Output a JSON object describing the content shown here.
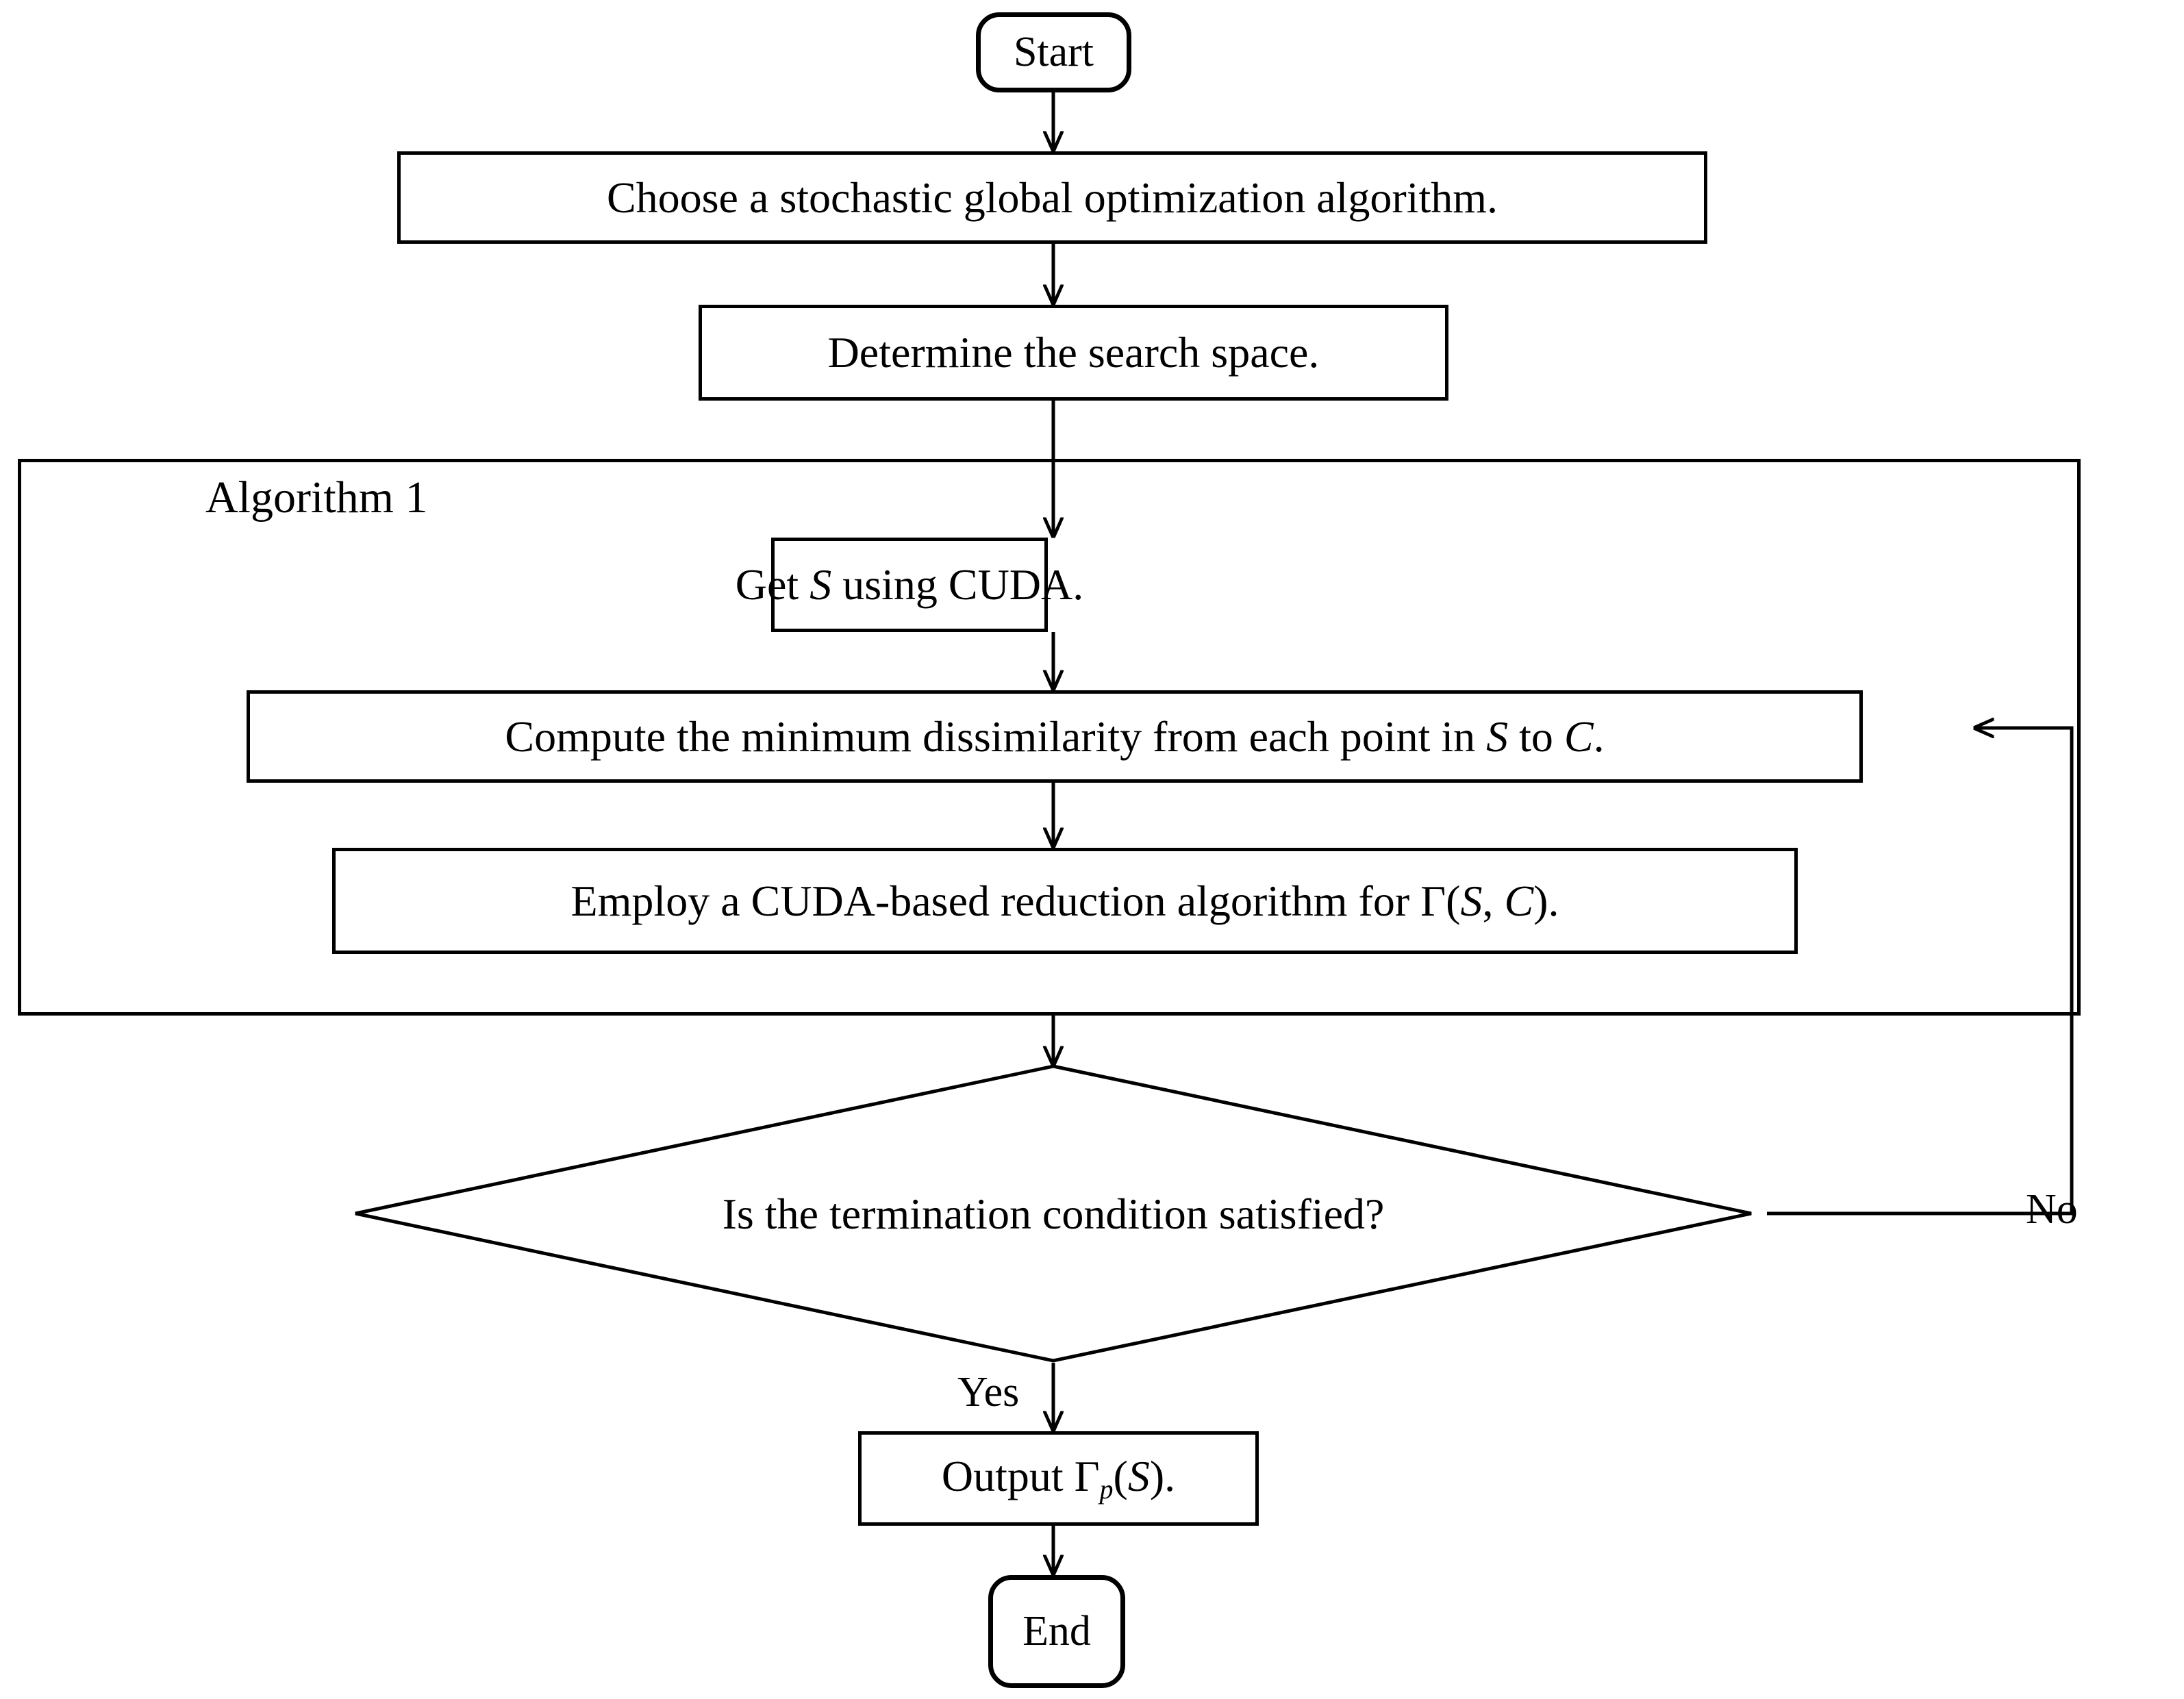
{
  "diagram": {
    "title_label": "Algorithm 1",
    "nodes": {
      "start": "Start",
      "choose_algorithm": "Choose a stochastic global optimization algorithm.",
      "determine_space": "Determine the search space.",
      "get_s": {
        "pre": "Get ",
        "var": "S",
        "post": " using CUDA."
      },
      "compute_dissimilarity": {
        "pre": "Compute the minimum dissimilarity from each point in ",
        "var1": "S",
        "mid": " to ",
        "var2": "C",
        "post": "."
      },
      "employ_reduction": {
        "pre": "Employ a CUDA-based reduction algorithm for ",
        "gamma": "Γ(",
        "var1": "S",
        "comma": ", ",
        "var2": "C",
        "post": ")."
      },
      "decision": "Is the termination condition satisfied?",
      "output": {
        "pre": "Output ",
        "gamma": "Γ",
        "sub": "p",
        "open": "(",
        "var": "S",
        "close": ")."
      },
      "end": "End"
    },
    "edge_labels": {
      "yes": "Yes",
      "no": "No"
    },
    "colors": {
      "stroke": "#000000",
      "background": "#ffffff",
      "text": "#000000"
    }
  }
}
